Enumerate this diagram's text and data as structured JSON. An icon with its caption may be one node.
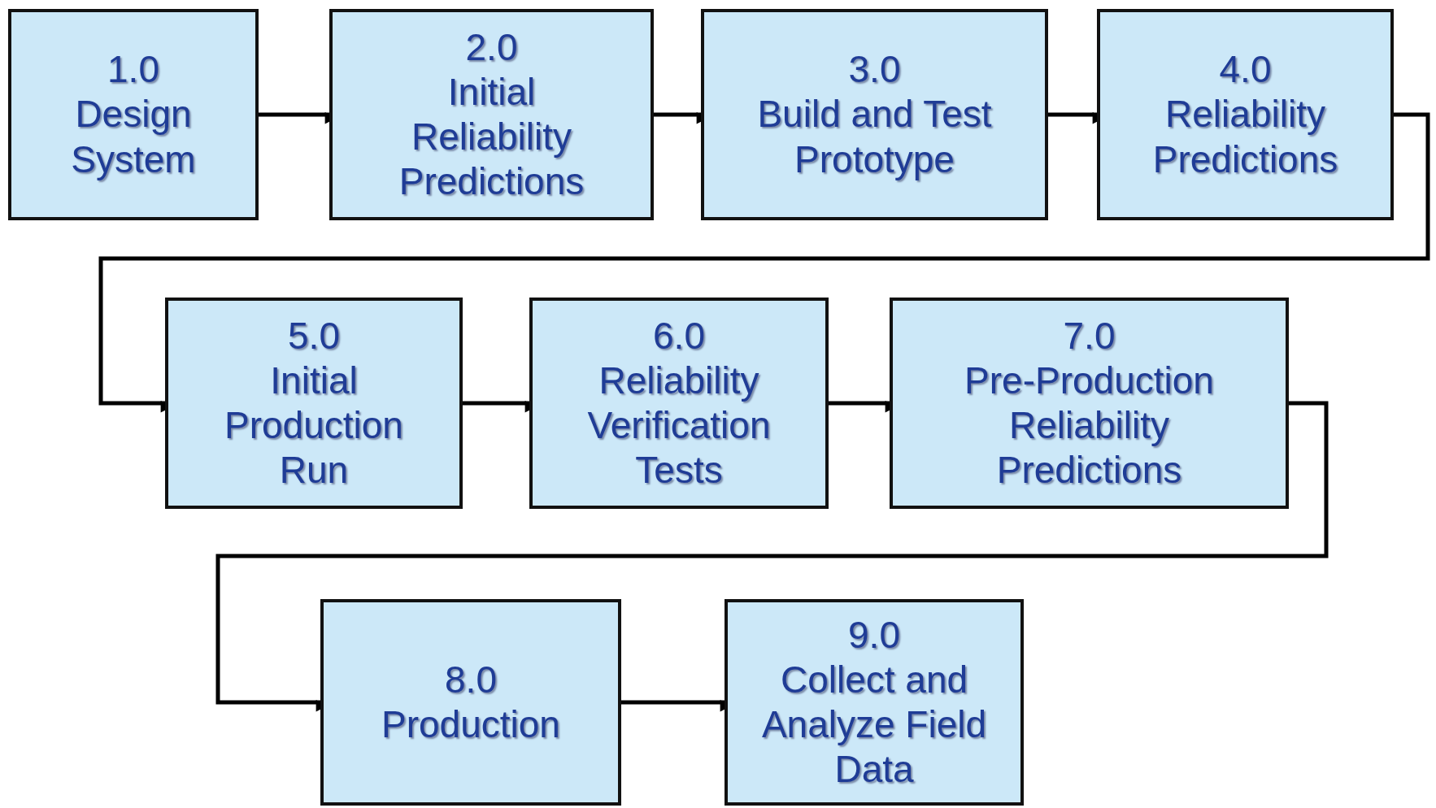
{
  "diagram": {
    "nodes": [
      {
        "text": [
          "1.0",
          "Design System"
        ]
      },
      {
        "text": [
          "2.0",
          "Initial Reliability Predictions"
        ]
      },
      {
        "text": [
          "3.0",
          "Build and Test Prototype"
        ]
      },
      {
        "text": [
          "4.0",
          "Reliability Predictions"
        ]
      },
      {
        "text": [
          "5.0",
          "Initial Production Run"
        ]
      },
      {
        "text": [
          "6.0",
          "Reliability Verification Tests"
        ]
      },
      {
        "text": [
          "7.0",
          "Pre-Production Reliability Predictions"
        ]
      },
      {
        "text": [
          "8.0",
          "Production"
        ]
      },
      {
        "text": [
          "9.0",
          "Collect and Analyze Field Data"
        ]
      }
    ],
    "edges": [
      {
        "from": 0,
        "to": 1,
        "arrow": "to"
      },
      {
        "from": 1,
        "to": 2,
        "arrow": "to"
      },
      {
        "from": 2,
        "to": 3,
        "arrow": "to"
      },
      {
        "from": 3,
        "to": 4,
        "arrow": "to"
      },
      {
        "from": 4,
        "to": 5,
        "arrow": "to"
      },
      {
        "from": 5,
        "to": 6,
        "arrow": "to"
      },
      {
        "from": 6,
        "to": 7,
        "arrow": "to"
      },
      {
        "from": 7,
        "to": 8,
        "arrow": "to"
      }
    ]
  }
}
